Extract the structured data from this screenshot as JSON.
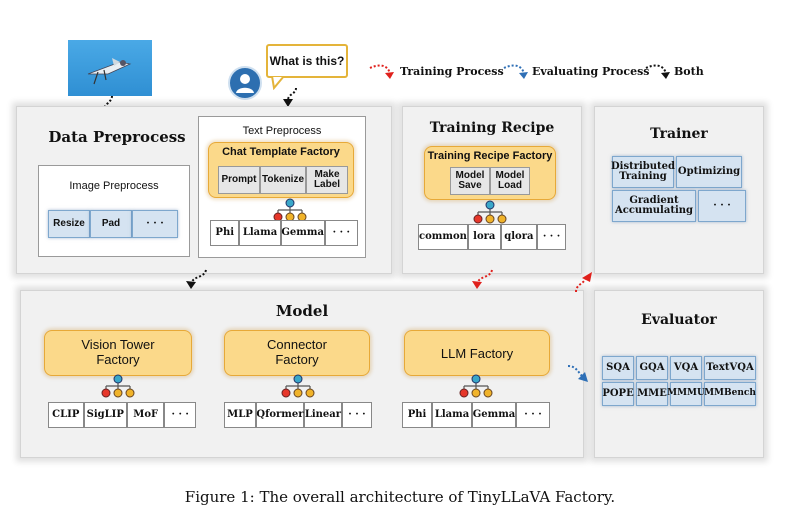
{
  "legend": {
    "training": "Training Process",
    "evaluating": "Evaluating Process",
    "both": "Both",
    "colors": {
      "training": "#e0201c",
      "evaluating": "#2e6fb6",
      "both": "#111111"
    }
  },
  "question_bubble": "What is this?",
  "icons": {
    "image": "airplane-photo",
    "user": "user-icon"
  },
  "data_preprocess": {
    "title": "Data Preprocess",
    "image_preprocess": {
      "title": "Image Preprocess",
      "items": [
        "Resize",
        "Pad",
        "· · ·"
      ]
    },
    "text_preprocess": {
      "title": "Text Preprocess",
      "factory": "Chat Template Factory",
      "factory_items": [
        "Prompt",
        "Tokenize",
        "Make\nLabel"
      ],
      "templates": [
        "Phi",
        "Llama",
        "Gemma",
        "· · ·"
      ]
    }
  },
  "training_recipe": {
    "title": "Training Recipe",
    "factory": "Training Recipe Factory",
    "factory_items": [
      "Model\nSave",
      "Model\nLoad"
    ],
    "recipes": [
      "common",
      "lora",
      "qlora",
      "· · ·"
    ]
  },
  "trainer": {
    "title": "Trainer",
    "items": [
      "Distributed\nTraining",
      "Optimizing",
      "Gradient\nAccumulating",
      "· · ·"
    ]
  },
  "model": {
    "title": "Model",
    "vision": {
      "label": "Vision Tower\nFactory",
      "items": [
        "CLIP",
        "SigLIP",
        "MoF",
        "· · ·"
      ]
    },
    "connector": {
      "label": "Connector\nFactory",
      "items": [
        "MLP",
        "Qformer",
        "Linear",
        "· · ·"
      ]
    },
    "llm": {
      "label": "LLM Factory",
      "items": [
        "Phi",
        "Llama",
        "Gemma",
        "· · ·"
      ]
    }
  },
  "evaluator": {
    "title": "Evaluator",
    "benchmarks": [
      "SQA",
      "GQA",
      "VQA",
      "TextVQA",
      "POPE",
      "MME",
      "MMMU",
      "MMBench"
    ]
  },
  "caption": "Figure 1: The overall architecture of TinyLLaVA Factory."
}
